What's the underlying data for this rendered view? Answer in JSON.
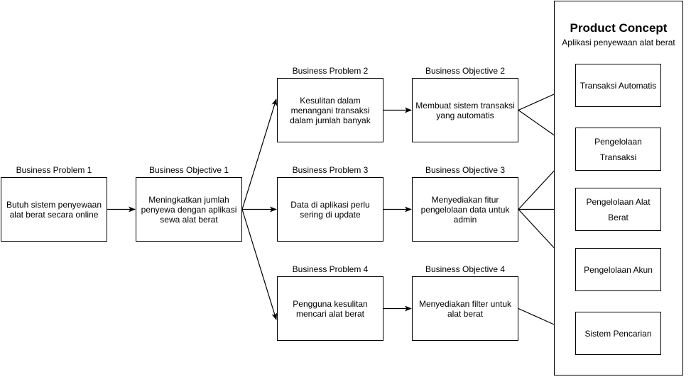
{
  "product_concept": {
    "title": "Product Concept",
    "subtitle": "Aplikasi penyewaan alat berat",
    "features": [
      "Transaksi Automatis",
      "Pengelolaan Transaksi",
      "Pengelolaan Alat Berat",
      "Pengelolaan Akun",
      "Sistem Pencarian"
    ]
  },
  "problems": [
    {
      "heading": "Business Problem 1",
      "text": "Butuh sistem penyewaan alat berat secara online"
    },
    {
      "heading": "Business Problem 2",
      "text": "Kesulitan dalam menangani transaksi dalam jumlah banyak"
    },
    {
      "heading": "Business Problem 3",
      "text": "Data di aplikasi perlu sering di update"
    },
    {
      "heading": "Business Problem 4",
      "text": "Pengguna kesulitan mencari alat berat"
    }
  ],
  "objectives": [
    {
      "heading": "Business Objective 1",
      "text": "Meningkatkan jumlah penyewa dengan aplikasi sewa alat berat"
    },
    {
      "heading": "Business Objective 2",
      "text": "Membuat sistem transaksi yang automatis"
    },
    {
      "heading": "Business Objective 3",
      "text": "Menyediakan fitur pengelolaan data untuk admin"
    },
    {
      "heading": "Business Objective 4",
      "text": "Menyediakan filter untuk alat berat"
    }
  ],
  "edges": [
    [
      "problem-1",
      "objective-1"
    ],
    [
      "objective-1",
      "problem-2"
    ],
    [
      "objective-1",
      "problem-3"
    ],
    [
      "objective-1",
      "problem-4"
    ],
    [
      "problem-2",
      "objective-2"
    ],
    [
      "problem-3",
      "objective-3"
    ],
    [
      "problem-4",
      "objective-4"
    ],
    [
      "objective-2",
      "feature-transaksi-automatis"
    ],
    [
      "objective-2",
      "feature-pengelolaan-transaksi"
    ],
    [
      "objective-3",
      "feature-pengelolaan-transaksi"
    ],
    [
      "objective-3",
      "feature-pengelolaan-alat-berat"
    ],
    [
      "objective-3",
      "feature-pengelolaan-akun"
    ],
    [
      "objective-4",
      "feature-sistem-pencarian"
    ]
  ]
}
